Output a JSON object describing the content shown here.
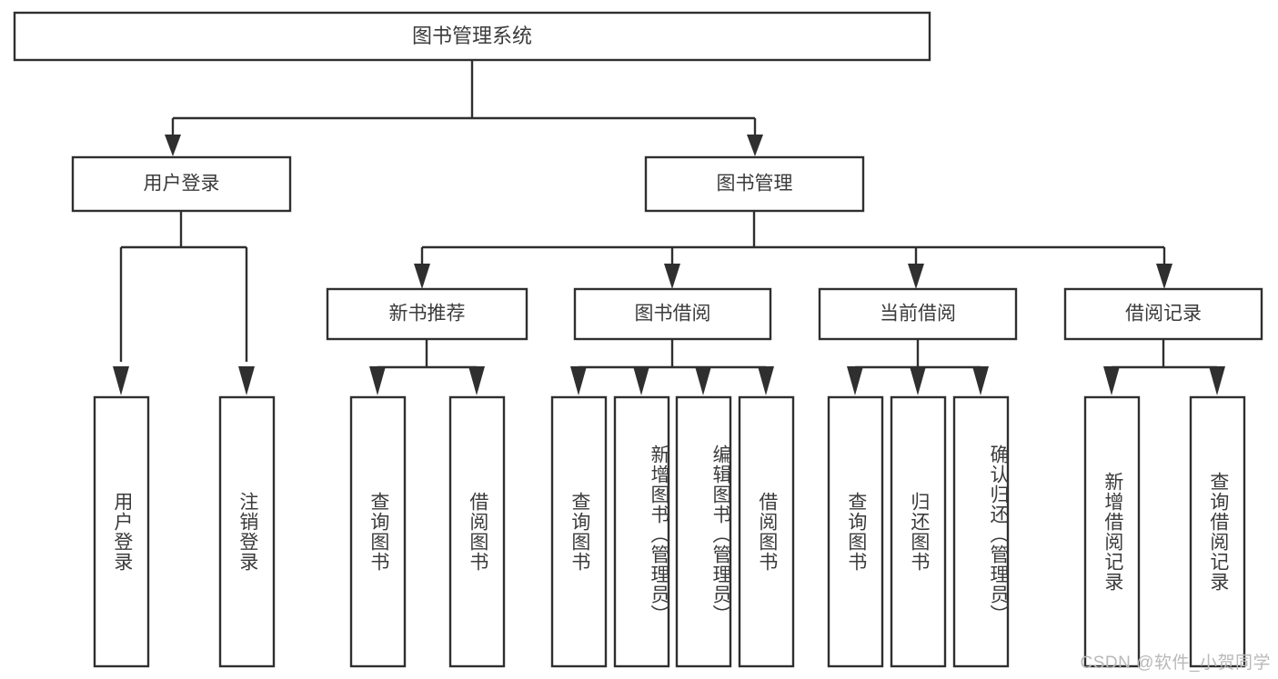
{
  "diagram": {
    "type": "tree-hierarchy",
    "title": "图书管理系统",
    "watermark": "CSDN @软件_小贺同学",
    "colors": {
      "background": "#ffffff",
      "stroke": "#2f2f2f",
      "text": "#3b3b3b",
      "watermark": "#b9b9b9"
    },
    "root": {
      "label": "图书管理系统",
      "orientation": "horizontal"
    },
    "level2": [
      {
        "label": "用户登录",
        "orientation": "horizontal"
      },
      {
        "label": "图书管理",
        "orientation": "horizontal"
      }
    ],
    "level3": [
      {
        "label": "新书推荐",
        "orientation": "horizontal"
      },
      {
        "label": "图书借阅",
        "orientation": "horizontal"
      },
      {
        "label": "当前借阅",
        "orientation": "horizontal"
      },
      {
        "label": "借阅记录",
        "orientation": "horizontal"
      }
    ],
    "leaves": {
      "user_login": [
        {
          "label": "用户登录",
          "orientation": "vertical"
        },
        {
          "label": "注销登录",
          "orientation": "vertical"
        }
      ],
      "new_book_recommend": [
        {
          "label": "查询图书",
          "orientation": "vertical"
        },
        {
          "label": "借阅图书",
          "orientation": "vertical"
        }
      ],
      "book_borrow": [
        {
          "label": "查询图书",
          "orientation": "vertical"
        },
        {
          "label": "新增图书（管理员）",
          "orientation": "vertical"
        },
        {
          "label": "编辑图书（管理员）",
          "orientation": "vertical"
        },
        {
          "label": "借阅图书",
          "orientation": "vertical"
        }
      ],
      "current_borrow": [
        {
          "label": "查询图书",
          "orientation": "vertical"
        },
        {
          "label": "归还图书",
          "orientation": "vertical"
        },
        {
          "label": "确认归还（管理员）",
          "orientation": "vertical"
        }
      ],
      "borrow_record": [
        {
          "label": "新增借阅记录",
          "orientation": "vertical"
        },
        {
          "label": "查询借阅记录",
          "orientation": "vertical"
        }
      ]
    }
  }
}
